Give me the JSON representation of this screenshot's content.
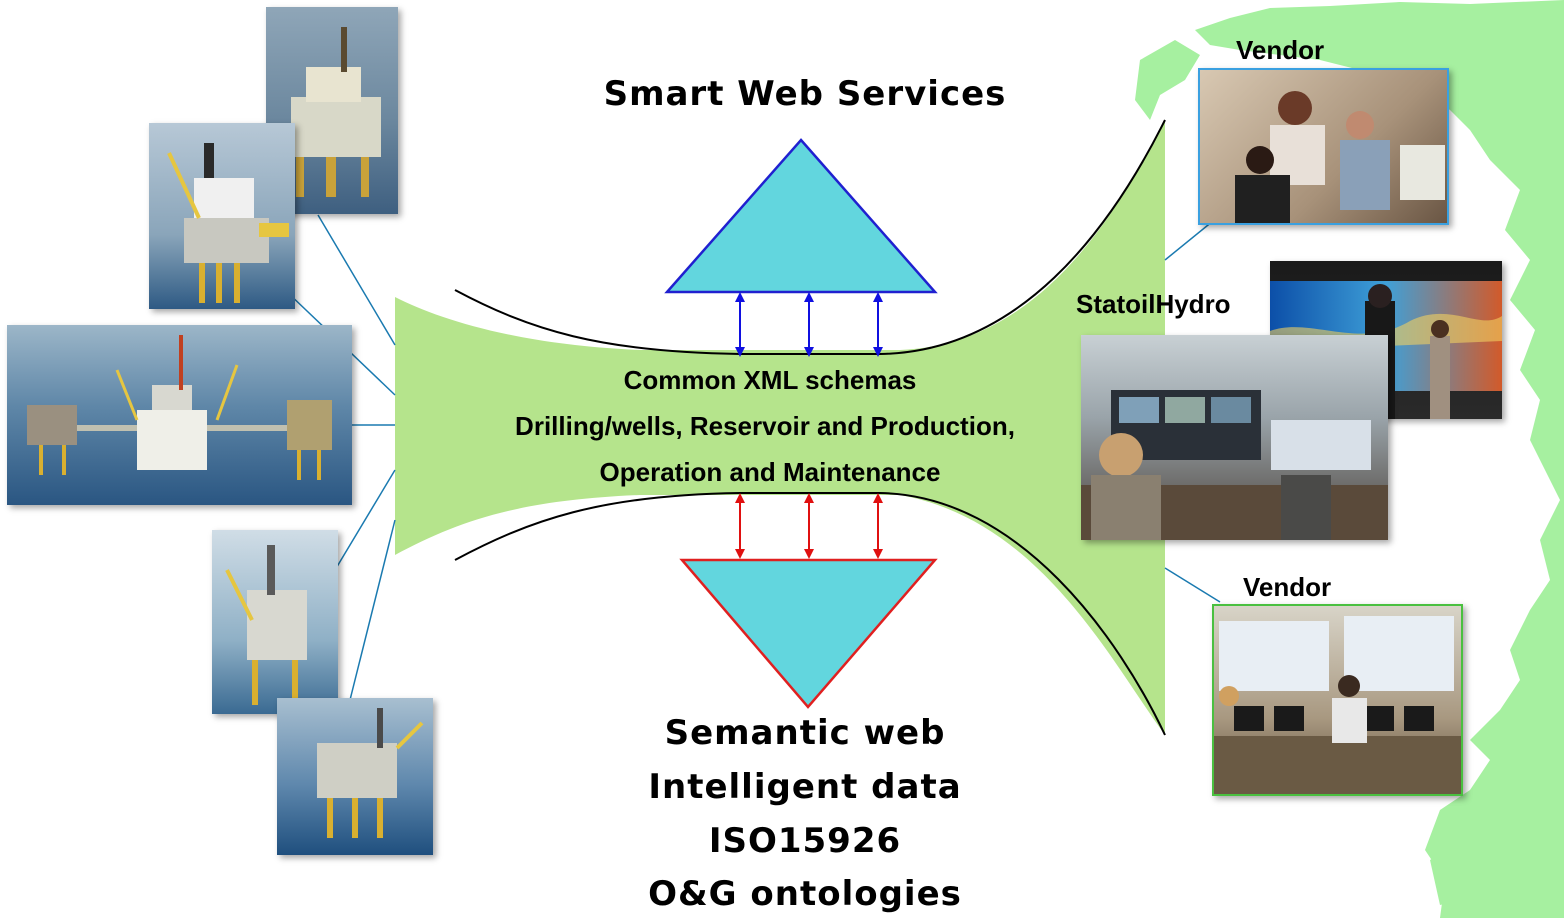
{
  "top_service": {
    "title": "Smart Web Services"
  },
  "middle": {
    "line1": "Common XML schemas",
    "line2": "Drilling/wells,  Reservoir and Production,",
    "line3": "Operation and Maintenance"
  },
  "bottom_service": {
    "lines": [
      "Semantic web",
      "Intelligent data",
      "ISO15926",
      "O&G ontologies"
    ]
  },
  "right": {
    "vendor_top": "Vendor",
    "operator": "StatoilHydro",
    "vendor_bottom": "Vendor"
  },
  "colors": {
    "pipe_fill": "#b5e48c",
    "triangle_fill": "#62d6de",
    "top_triangle_stroke": "#2020d0",
    "bottom_triangle_stroke": "#e02020",
    "up_arrows": "#1010e0",
    "down_arrows": "#e01010",
    "connector_lines": "#1a7ab0",
    "map_green": "#a6f0a0"
  }
}
